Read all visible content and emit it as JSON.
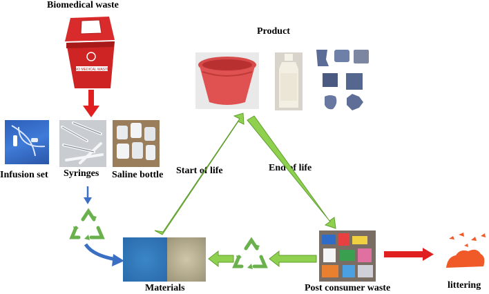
{
  "labels": {
    "biomedical_waste": "Biomedical waste",
    "product": "Product",
    "infusion_set": "Infusion set",
    "syringes": "Syringes",
    "saline_bottle": "Saline bottle",
    "start_of_life": "Start of life",
    "end_of_life": "End of life",
    "materials": "Materials",
    "post_consumer_waste": "Post consumer waste",
    "littering": "littering"
  },
  "bin_text": "BIO MEDICAL WASTE",
  "colors": {
    "green_arrow": "#8fd14f",
    "green_arrow_edge": "#5e9e2e",
    "recycle": "#6ab04c",
    "red_arrow": "#e02020",
    "blue_arrow": "#3a6fc4",
    "bin_red": "#d92b2b"
  }
}
